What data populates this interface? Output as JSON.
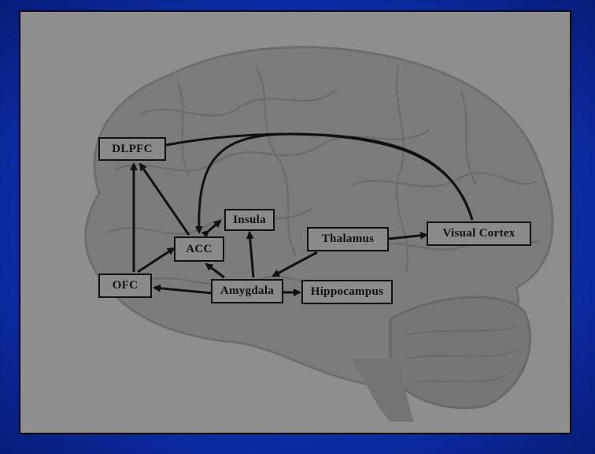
{
  "diagram": {
    "nodes": {
      "dlpfc": "DLPFC",
      "insula": "Insula",
      "acc": "ACC",
      "thalamus": "Thalamus",
      "visual_cortex": "Visual Cortex",
      "ofc": "OFC",
      "amygdala": "Amygdala",
      "hippocampus": "Hippocampus"
    },
    "edges": [
      {
        "from": "OFC",
        "to": "DLPFC"
      },
      {
        "from": "OFC",
        "to": "ACC"
      },
      {
        "from": "ACC",
        "to": "DLPFC"
      },
      {
        "from": "ACC",
        "to": "Insula",
        "bidirectional": true
      },
      {
        "from": "Amygdala",
        "to": "OFC"
      },
      {
        "from": "Amygdala",
        "to": "ACC"
      },
      {
        "from": "Amygdala",
        "to": "Insula"
      },
      {
        "from": "Amygdala",
        "to": "Hippocampus"
      },
      {
        "from": "Thalamus",
        "to": "Amygdala"
      },
      {
        "from": "Thalamus",
        "to": "Visual Cortex"
      },
      {
        "from": "Visual Cortex",
        "to": "DLPFC"
      },
      {
        "from": "Visual Cortex",
        "to": "ACC"
      }
    ],
    "colors": {
      "frame": "#0b2aa0",
      "panel": "#8e8e8e",
      "brain": "#7a7a7a",
      "ink": "#111111"
    }
  }
}
